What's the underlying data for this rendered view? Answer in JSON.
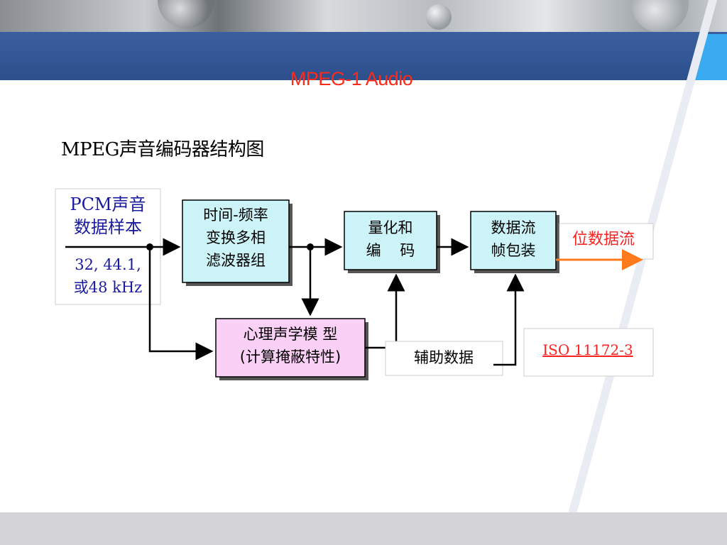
{
  "slide": {
    "title": "MPEG-1 Audio",
    "heading": "MPEG声音编码器结构图"
  },
  "diagram": {
    "input_box": {
      "line1": "PCM声音",
      "line2": "数据样本",
      "line3": "32, 44.1,",
      "line4": "或48 kHz"
    },
    "filter_bank": {
      "line1": "时间-频率",
      "line2": "变换多相",
      "line3": "滤波器组"
    },
    "quantizer": {
      "line1": "量化和",
      "line2": "编    码"
    },
    "framing": {
      "line1": "数据流",
      "line2": "帧包装"
    },
    "output_label": "位数据流",
    "psycho_model": {
      "line1": "心理声学模 型",
      "line2": "(计算掩蔽特性)"
    },
    "ancillary": "辅助数据",
    "standard": "ISO 11172-3"
  },
  "colors": {
    "box_fill_cyan": "#ccf4f8",
    "box_fill_pink": "#fbd0f6",
    "arrow_output": "#ff7a1a",
    "title_red": "#ff2a1a",
    "band_blue": "#2d4f8c"
  }
}
